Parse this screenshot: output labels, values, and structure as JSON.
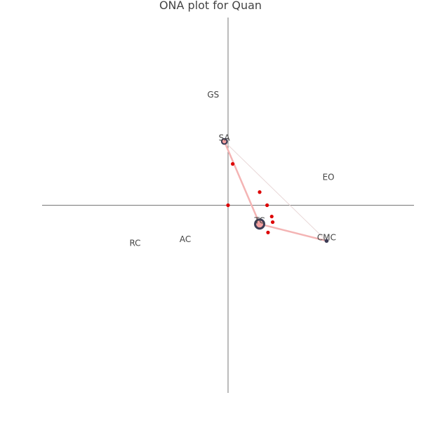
{
  "chart_data": {
    "type": "scatter",
    "title": "ONA plot for Quan",
    "xlim": [
      -1.0,
      1.0
    ],
    "ylim": [
      -1.0,
      1.0
    ],
    "axes_through_origin": true,
    "grid": false,
    "colors": {
      "axis": "#777777",
      "edge": "#f4b4b4",
      "edge_faint": "#e8d6d6",
      "point": "#dd0000",
      "node_outline": "#3c3c55",
      "node_fill": "#f4a0a0",
      "text": "#444444"
    },
    "nodes": [
      {
        "label": "GS",
        "x": -0.08,
        "y": 0.57
      },
      {
        "label": "SA",
        "x": -0.02,
        "y": 0.34,
        "marker": "ring-small"
      },
      {
        "label": "EO",
        "x": 0.54,
        "y": 0.13
      },
      {
        "label": "TC",
        "x": 0.17,
        "y": -0.1,
        "marker": "ring-large"
      },
      {
        "label": "CMC",
        "x": 0.53,
        "y": -0.19,
        "marker": "dot"
      },
      {
        "label": "AC",
        "x": -0.23,
        "y": -0.2
      },
      {
        "label": "RC",
        "x": -0.5,
        "y": -0.22
      }
    ],
    "edges": [
      {
        "from": "SA",
        "to": "TC",
        "strength": "strong"
      },
      {
        "from": "TC",
        "to": "CMC",
        "strength": "strong"
      },
      {
        "from": "SA",
        "to": "CMC",
        "strength": "weak"
      }
    ],
    "points": [
      {
        "x": 0.0,
        "y": 0.0
      },
      {
        "x": 0.025,
        "y": 0.22
      },
      {
        "x": 0.17,
        "y": 0.07
      },
      {
        "x": 0.21,
        "y": 0.0
      },
      {
        "x": 0.235,
        "y": -0.06
      },
      {
        "x": 0.24,
        "y": -0.09
      },
      {
        "x": 0.215,
        "y": -0.145
      }
    ]
  }
}
